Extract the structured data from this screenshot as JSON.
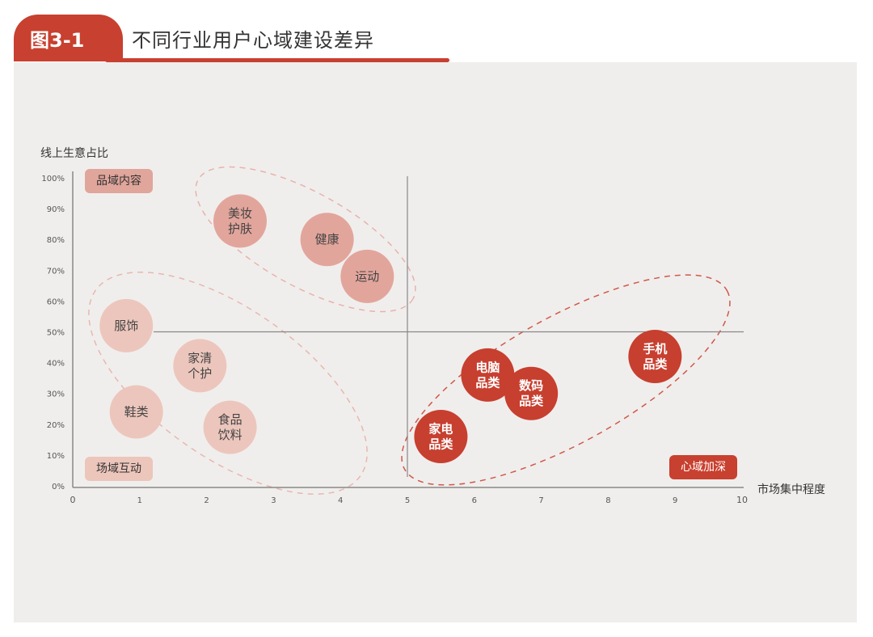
{
  "header": {
    "figure_number": "图3-1",
    "title": "不同行业用户心域建设差异"
  },
  "chart_data": {
    "type": "scatter",
    "title": "不同行业用户心域建设差异",
    "xlabel": "市场集中程度",
    "ylabel": "线上生意占比",
    "xlim": [
      0,
      10
    ],
    "ylim": [
      0,
      100
    ],
    "x_ticks": [
      "0",
      "1",
      "2",
      "3",
      "4",
      "5",
      "6",
      "7",
      "8",
      "9",
      "10"
    ],
    "y_ticks": [
      "0%",
      "10%",
      "20%",
      "30%",
      "40%",
      "50%",
      "60%",
      "70%",
      "80%",
      "90%",
      "100%"
    ],
    "quadrant_lines": {
      "x": 5,
      "y": 50
    },
    "quadrant_labels": [
      {
        "text": "品域内容",
        "color": "#e0a59b",
        "text_color": "#333333"
      },
      {
        "text": "场域互动",
        "color": "#ecc5bb",
        "text_color": "#333333"
      },
      {
        "text": "心域加深",
        "color": "#c8402f",
        "text_color": "#ffffff"
      }
    ],
    "groups": [
      {
        "name": "品域内容",
        "color": "#e2a59c",
        "points": [
          {
            "label": [
              "美妆",
              "护肤"
            ],
            "x": 2.5,
            "y": 86
          },
          {
            "label": [
              "健康"
            ],
            "x": 3.8,
            "y": 80
          },
          {
            "label": [
              "运动"
            ],
            "x": 4.4,
            "y": 68
          }
        ]
      },
      {
        "name": "场域互动",
        "color": "#ecc6bc",
        "points": [
          {
            "label": [
              "服饰"
            ],
            "x": 0.8,
            "y": 52
          },
          {
            "label": [
              "家清",
              "个护"
            ],
            "x": 1.9,
            "y": 39
          },
          {
            "label": [
              "鞋类"
            ],
            "x": 0.95,
            "y": 24
          },
          {
            "label": [
              "食品",
              "饮料"
            ],
            "x": 2.35,
            "y": 19
          }
        ]
      },
      {
        "name": "心域加深",
        "color": "#c73f2f",
        "points": [
          {
            "label": [
              "电脑",
              "品类"
            ],
            "x": 6.2,
            "y": 36
          },
          {
            "label": [
              "数码",
              "品类"
            ],
            "x": 6.85,
            "y": 30
          },
          {
            "label": [
              "家电",
              "品类"
            ],
            "x": 5.5,
            "y": 16
          },
          {
            "label": [
              "手机",
              "品类"
            ],
            "x": 8.7,
            "y": 42
          }
        ]
      }
    ]
  }
}
